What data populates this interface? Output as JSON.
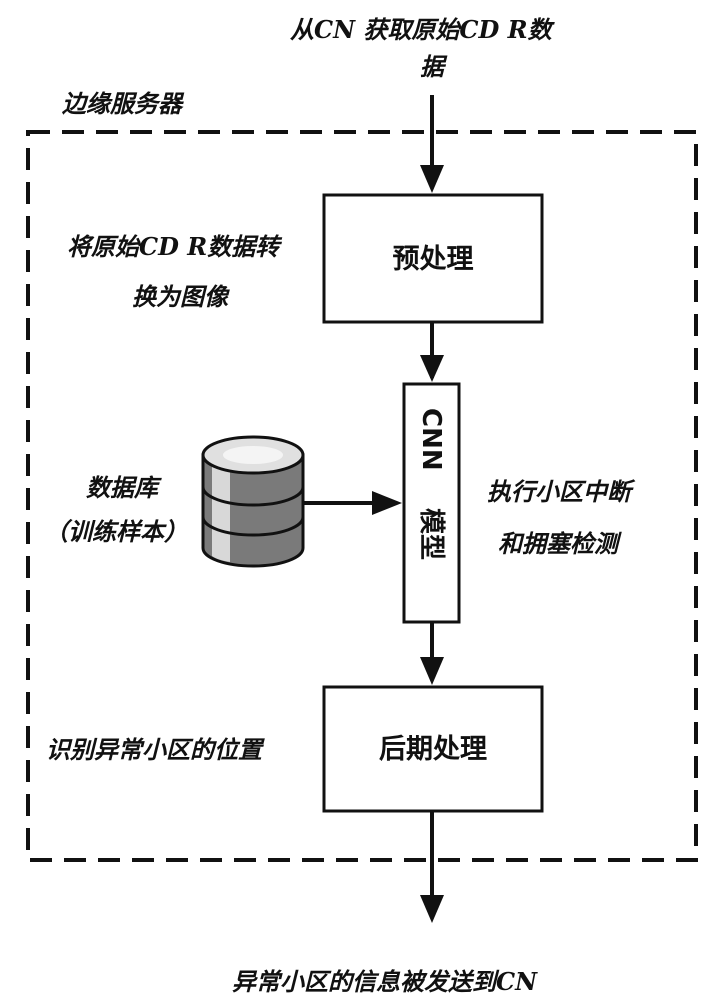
{
  "input_label_line1": "从CN 获取原始CD R数",
  "input_label_line2": "据",
  "container_label": "边缘服务器",
  "preprocess": {
    "box_label": "预处理",
    "side_line1": "将原始CD R数据转",
    "side_line2": "换为图像"
  },
  "database": {
    "label_line1": "数据库",
    "label_line2": "（训练样本）"
  },
  "cnn": {
    "label_top": "CNN",
    "label_bottom": "模型",
    "side_line1": "执行小区中断",
    "side_line2": "和拥塞检测"
  },
  "postprocess": {
    "box_label": "后期处理",
    "side_label": "识别异常小区的位置"
  },
  "output_label": "异常小区的信息被发送到CN"
}
